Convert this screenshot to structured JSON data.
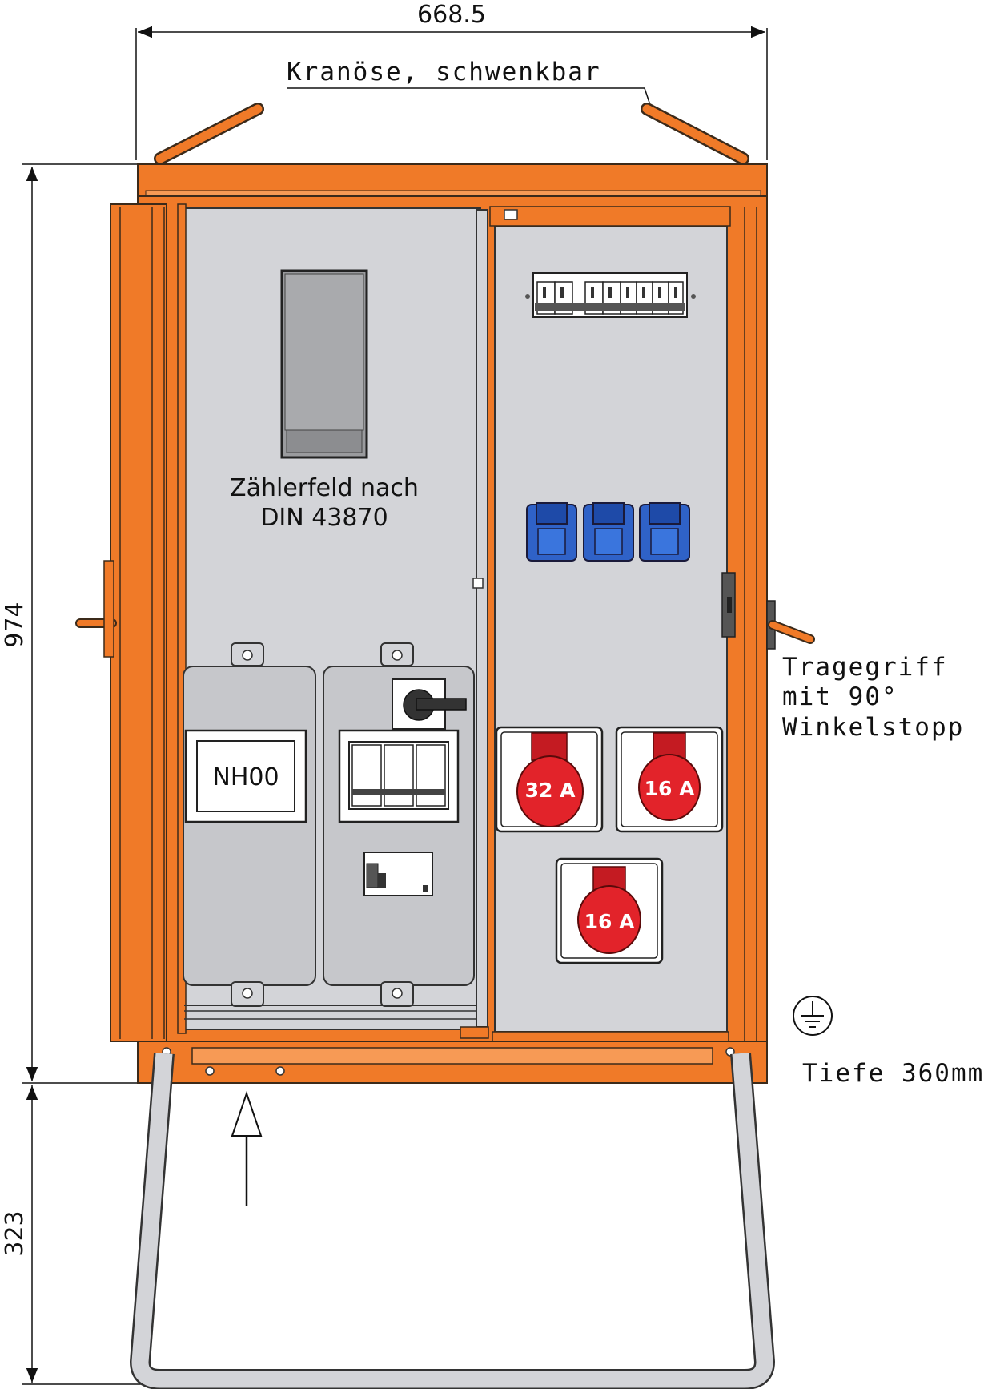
{
  "dimensions": {
    "width": "668.5",
    "height_cabinet": "974",
    "height_stand": "323"
  },
  "notes": {
    "crane_eye": "Kranöse, schwenkbar",
    "handle_line1": "Tragegriff",
    "handle_line2": "mit  90°",
    "handle_line3": "Winkelstopp",
    "depth": "Tiefe  360mm"
  },
  "meter_field": {
    "line1": "Zählerfeld nach",
    "line2": "DIN 43870"
  },
  "fuse_label": "NH00",
  "cee_sockets": [
    "32 A",
    "16 A",
    "16 A"
  ],
  "schuko_socket_count": 3,
  "colors": {
    "frame_orange": "#f07a28",
    "panel_grey": "#d3d4d8",
    "cee_red": "#e2232a",
    "schuko_blue": "#2f62c8"
  }
}
